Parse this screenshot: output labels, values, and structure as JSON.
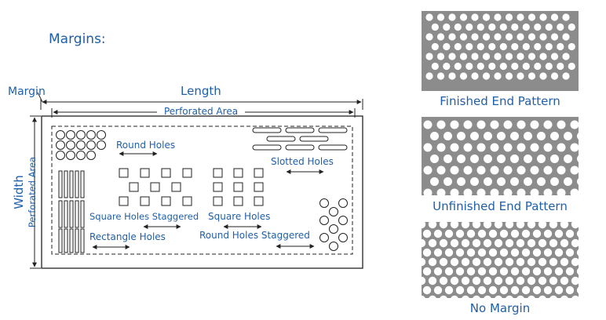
{
  "title": "Margins:",
  "diagram": {
    "margin_label": "Margin",
    "length_label": "Length",
    "perforated_area_label": "Perforated Area",
    "width_label": "Width",
    "perforated_area_vertical_label": "Perforated Area",
    "round_holes": "Round Holes",
    "slotted_holes": "Slotted Holes",
    "square_holes_staggered": "Square Holes Staggered",
    "square_holes": "Square Holes",
    "rectangle_holes": "Rectangle Holes",
    "round_holes_staggered": "Round Holes Staggered"
  },
  "patterns": [
    {
      "label": "Finished End Pattern"
    },
    {
      "label": "Unfinished End Pattern"
    },
    {
      "label": "No Margin"
    }
  ],
  "colors": {
    "label_blue": "#1f5fa8",
    "panel_gray": "#8c8c8c",
    "line": "#222222"
  }
}
